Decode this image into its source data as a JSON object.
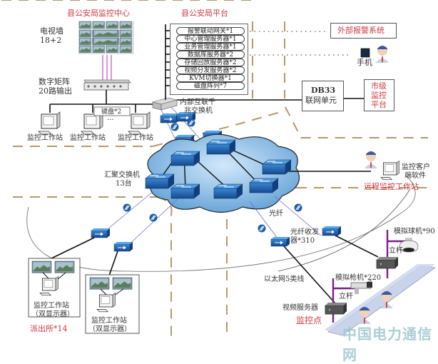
{
  "county_center": {
    "title": "县公安局监控中心",
    "tv_wall_label": "电视墙",
    "tv_wall_count": "18+2",
    "matrix_label": "数字矩阵",
    "matrix_output": "20路输出",
    "keyboard_label": "键盘*2",
    "ellipsis": "···",
    "workstation_label": "监控工作站"
  },
  "county_platform": {
    "title": "县公安局平台",
    "servers": [
      "报警联动网关*1",
      "中心管理服务器*1",
      "业务管理服务器*1",
      "数据库服务器*2",
      "存储回放服务器*2",
      "视频分发服务器*2",
      "KVM切换器*1",
      "磁盘阵列*7"
    ],
    "internal_switch_label_1": "内部互联千",
    "internal_switch_label_2": "兆交换机"
  },
  "external": {
    "alarm_system": "外部报警系统",
    "phone_label": "手机",
    "db33_line1": "DB33",
    "db33_line2": "联网单元",
    "city_platform": [
      "市级",
      "监控",
      "平台"
    ]
  },
  "core": {
    "aggregation_label": "汇聚交换机",
    "aggregation_count": "13台"
  },
  "remote": {
    "client_line1": "监控客户",
    "client_line2": "端软件",
    "title": "远程监控工作站"
  },
  "police_station": {
    "ws_label": "监控工作站",
    "ws_sub": "（双显示器）",
    "title": "派出所*14"
  },
  "monitor_point": {
    "fiber": "光纤",
    "transceiver_1": "光纤收发",
    "transceiver_2": "器*310",
    "ethernet": "以太网5类线",
    "dome_camera": "模拟球机*90",
    "gun_camera": "模拟枪机*220",
    "pole": "立杆",
    "video_server": "视频服务器",
    "title": "监控点"
  },
  "watermark": "中国电力通信网",
  "colors": {
    "accent_red": "#d0393f",
    "dash": "#b59a6a",
    "cloud": "#8fbfe6",
    "switch_blue": "#1f5fa8",
    "pole_purple": "#7a1f86",
    "road": "#c9d3ea"
  }
}
